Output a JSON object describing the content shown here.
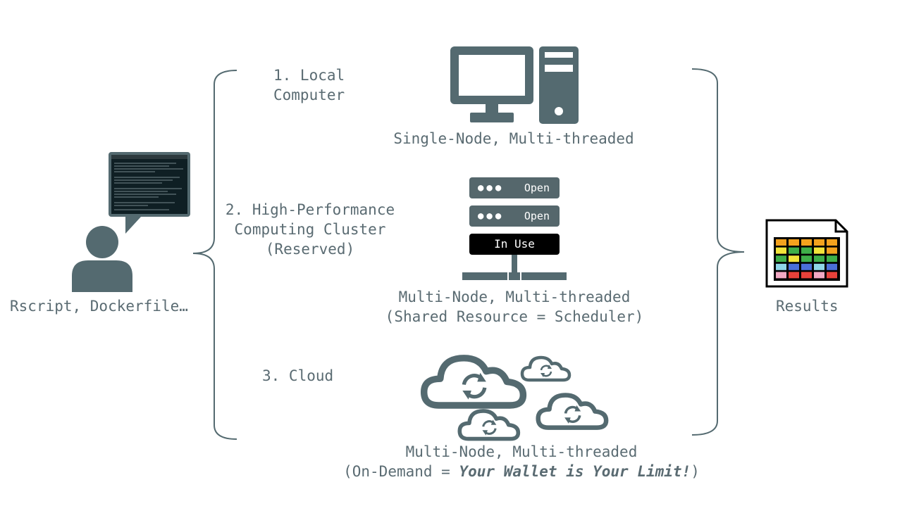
{
  "left": {
    "label": "Rscript, Dockerfile…"
  },
  "options": [
    {
      "label": "1. Local\nComputer",
      "caption": "Single-Node, Multi-threaded"
    },
    {
      "label": "2. High-Performance\nComputing Cluster\n(Reserved)",
      "caption": "Multi-Node, Multi-threaded\n(Shared Resource = Scheduler)"
    },
    {
      "label": "3. Cloud",
      "caption_line1": "Multi-Node, Multi-threaded",
      "caption_prefix": "(On-Demand = ",
      "caption_emph": "Your Wallet is Your Limit!",
      "caption_suffix": ")"
    }
  ],
  "server": {
    "bars": [
      "Open",
      "Open",
      "In Use"
    ]
  },
  "right": {
    "label": "Results"
  },
  "colors": {
    "icon": "#546a70",
    "text": "#5a6b72",
    "in_use": "#000000",
    "spreadsheet_cells": [
      "#e8413a",
      "#f4a21d",
      "#f2e43a",
      "#3fae49",
      "#4a6fd8",
      "#8fd6e8",
      "#f2a9c4"
    ]
  },
  "icons": [
    "user-icon",
    "terminal-icon",
    "desktop-computer-icon",
    "server-rack-icon",
    "cloud-sync-icon",
    "spreadsheet-icon"
  ]
}
